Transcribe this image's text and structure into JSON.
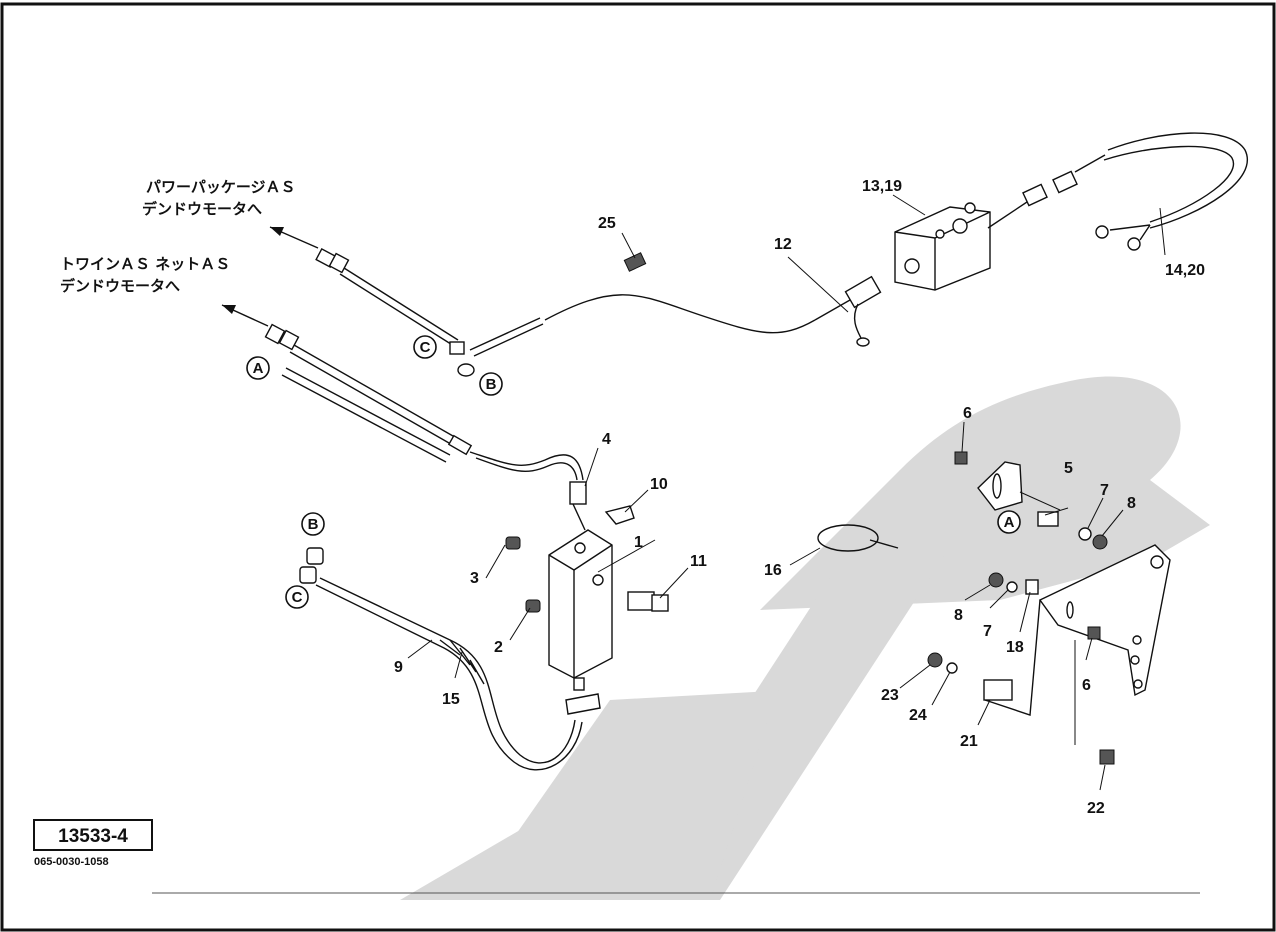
{
  "diagram": {
    "callouts": [
      {
        "id": "p1",
        "label": "1"
      },
      {
        "id": "p2",
        "label": "2"
      },
      {
        "id": "p3",
        "label": "3"
      },
      {
        "id": "p4",
        "label": "4"
      },
      {
        "id": "p5",
        "label": "5"
      },
      {
        "id": "p6a",
        "label": "6"
      },
      {
        "id": "p6b",
        "label": "6"
      },
      {
        "id": "p7a",
        "label": "7"
      },
      {
        "id": "p7b",
        "label": "7"
      },
      {
        "id": "p8a",
        "label": "8"
      },
      {
        "id": "p8b",
        "label": "8"
      },
      {
        "id": "p9",
        "label": "9"
      },
      {
        "id": "p10",
        "label": "10"
      },
      {
        "id": "p11",
        "label": "11"
      },
      {
        "id": "p12",
        "label": "12"
      },
      {
        "id": "p13",
        "label": "13,19"
      },
      {
        "id": "p14",
        "label": "14,20"
      },
      {
        "id": "p15",
        "label": "15"
      },
      {
        "id": "p16",
        "label": "16"
      },
      {
        "id": "p18",
        "label": "18"
      },
      {
        "id": "p21",
        "label": "21"
      },
      {
        "id": "p22",
        "label": "22"
      },
      {
        "id": "p23",
        "label": "23"
      },
      {
        "id": "p24",
        "label": "24"
      },
      {
        "id": "p25",
        "label": "25"
      }
    ],
    "connectors": [
      {
        "id": "A1",
        "label": "A"
      },
      {
        "id": "B1",
        "label": "B"
      },
      {
        "id": "C1",
        "label": "C"
      },
      {
        "id": "B2",
        "label": "B"
      },
      {
        "id": "C2",
        "label": "C"
      },
      {
        "id": "A2",
        "label": "A"
      }
    ],
    "notes": {
      "power_package_line1": "パワーパッケージＡＳ",
      "power_package_line2": "デンドウモータへ",
      "twine_line1": "トワインＡＳ ネットＡＳ",
      "twine_line2": "デンドウモータへ"
    },
    "figure_code": "13533-4",
    "figure_subcode": "065-0030-1058",
    "colors": {
      "line": "#111111",
      "watermark": "#d9d9d9"
    }
  }
}
